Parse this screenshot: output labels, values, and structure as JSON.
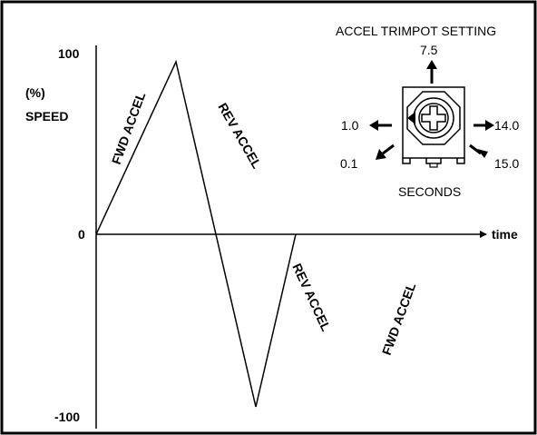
{
  "y_axis": {
    "unit": "(%)",
    "label": "SPEED",
    "ticks": [
      {
        "value": 100,
        "text": "100"
      },
      {
        "value": 0,
        "text": "0"
      },
      {
        "value": -100,
        "text": "-100"
      }
    ]
  },
  "x_axis": {
    "label": "time"
  },
  "profile": {
    "points": [
      {
        "t": 0,
        "speed": 0
      },
      {
        "t": 1,
        "speed": 100
      },
      {
        "t": 2,
        "speed": -100
      },
      {
        "t": 2.5,
        "speed": 0
      }
    ],
    "segment_labels": {
      "fwd_accel_1": "FWD ACCEL",
      "rev_accel_1": "REV ACCEL",
      "rev_accel_2": "REV ACCEL",
      "fwd_accel_2": "FWD ACCEL"
    }
  },
  "trimpot": {
    "title": "ACCEL TRIMPOT SETTING",
    "unit": "SECONDS",
    "settings": {
      "top": "7.5",
      "left": "1.0",
      "lower_left": "0.1",
      "right": "14.0",
      "lower_right": "15.0"
    }
  },
  "colors": {
    "line": "#000000",
    "background": "#ffffff"
  }
}
